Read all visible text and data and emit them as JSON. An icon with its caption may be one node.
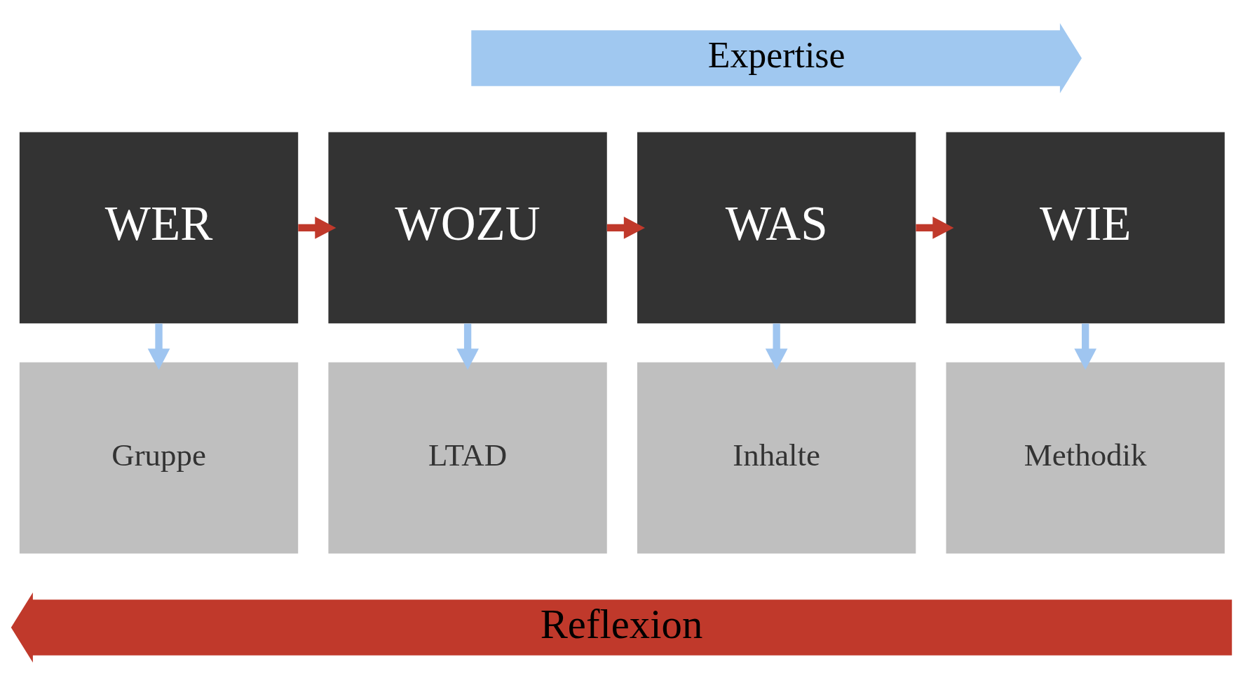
{
  "diagram": {
    "nodes": [
      {
        "text": [
          "WER"
        ]
      },
      {
        "text": [
          "WOZU"
        ]
      },
      {
        "text": [
          "WAS"
        ]
      },
      {
        "text": [
          "WIE"
        ]
      },
      {
        "text": [
          "Gruppe"
        ]
      },
      {
        "text": [
          "LTAD"
        ]
      },
      {
        "text": [
          "Inhalte"
        ]
      },
      {
        "text": [
          "Methodik"
        ]
      },
      {
        "text": [
          "Expertise"
        ]
      },
      {
        "text": [
          "Reflexion"
        ]
      }
    ],
    "edges": [
      {
        "from": 0,
        "to": 1,
        "arrow": "to",
        "color": "#c0392b"
      },
      {
        "from": 1,
        "to": 2,
        "arrow": "to",
        "color": "#c0392b"
      },
      {
        "from": 2,
        "to": 3,
        "arrow": "to",
        "color": "#c0392b"
      },
      {
        "from": 0,
        "to": 4,
        "arrow": "to"
      },
      {
        "from": 1,
        "to": 5,
        "arrow": "to"
      },
      {
        "from": 2,
        "to": 6,
        "arrow": "to"
      },
      {
        "from": 3,
        "to": 7,
        "arrow": "to"
      }
    ]
  }
}
